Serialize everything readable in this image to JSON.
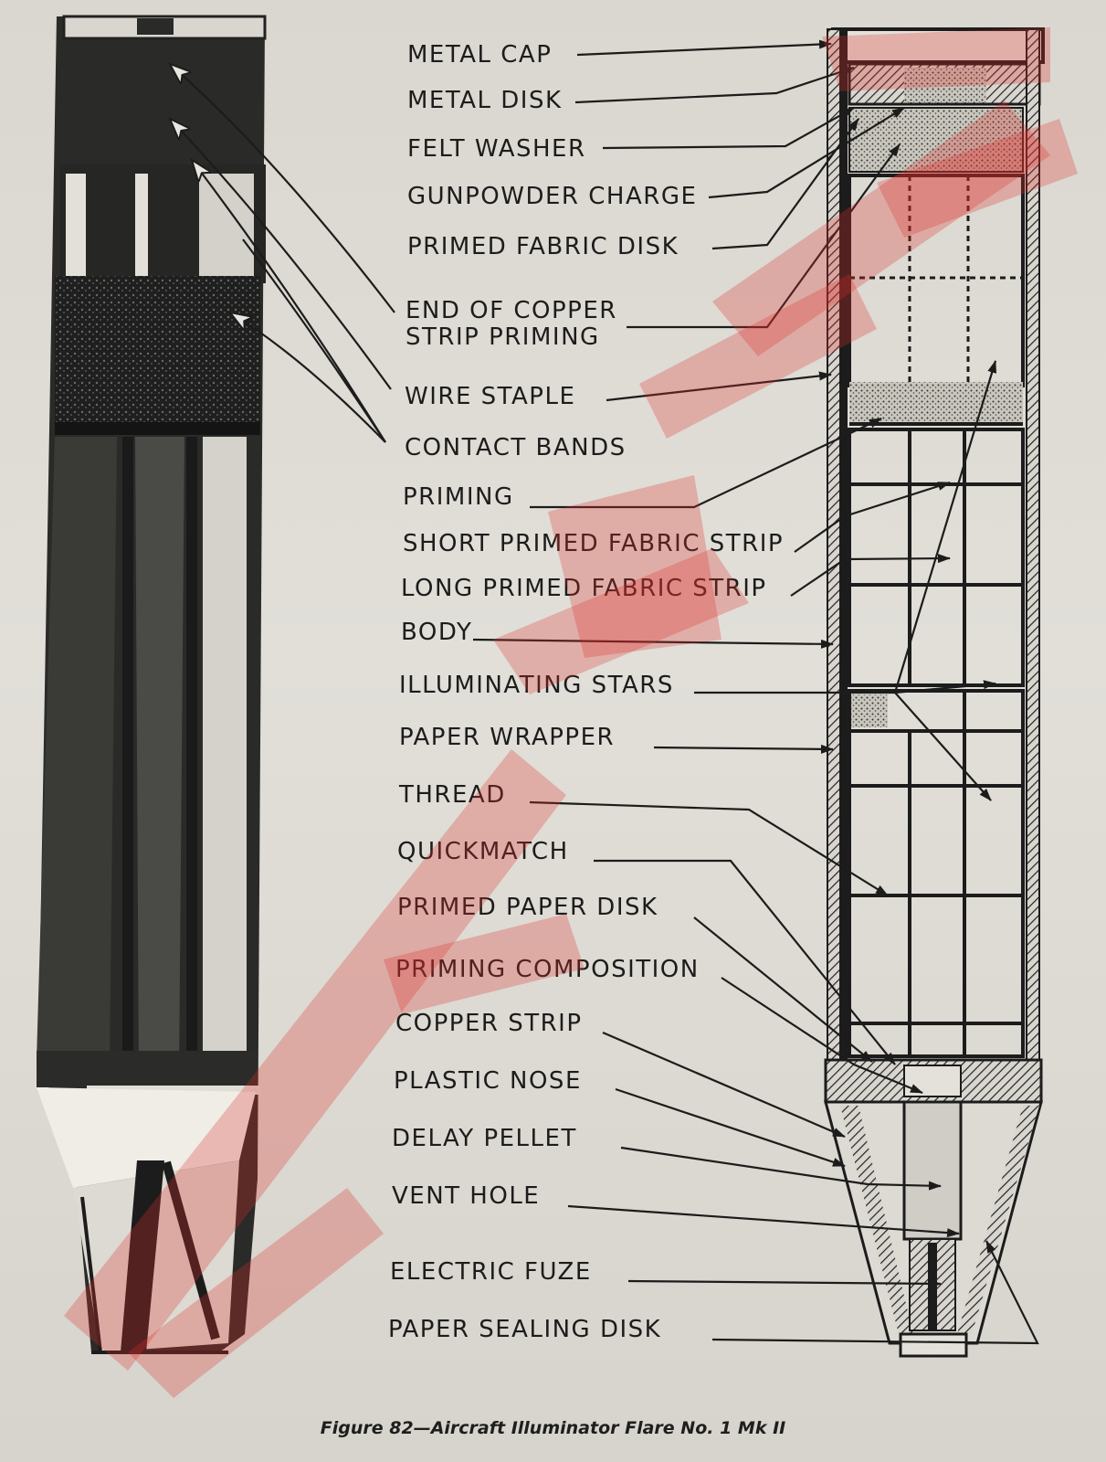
{
  "labels": [
    "METAL CAP",
    "METAL DISK",
    "FELT WASHER",
    "GUNPOWDER CHARGE",
    "PRIMED FABRIC DISK",
    "END OF COPPER",
    "STRIP PRIMING",
    "WIRE STAPLE",
    "CONTACT BANDS",
    "PRIMING",
    "SHORT PRIMED FABRIC STRIP",
    "LONG  PRIMED FABRIC STRIP",
    "BODY",
    "ILLUMINATING STARS",
    "PAPER  WRAPPER",
    "THREAD",
    "QUICKMATCH",
    "PRIMED PAPER DISK",
    "PRIMING  COMPOSITION",
    "COPPER STRIP",
    "PLASTIC NOSE",
    "DELAY PELLET",
    "VENT HOLE",
    "ELECTRIC FUZE",
    "PAPER SEALING DISK"
  ],
  "caption": "Figure 82—Aircraft Illuminator Flare No. 1 Mk II",
  "colors": {
    "ink": "#1c1c1c",
    "paper": "#dcdad3",
    "watermark": "#e0302a"
  }
}
